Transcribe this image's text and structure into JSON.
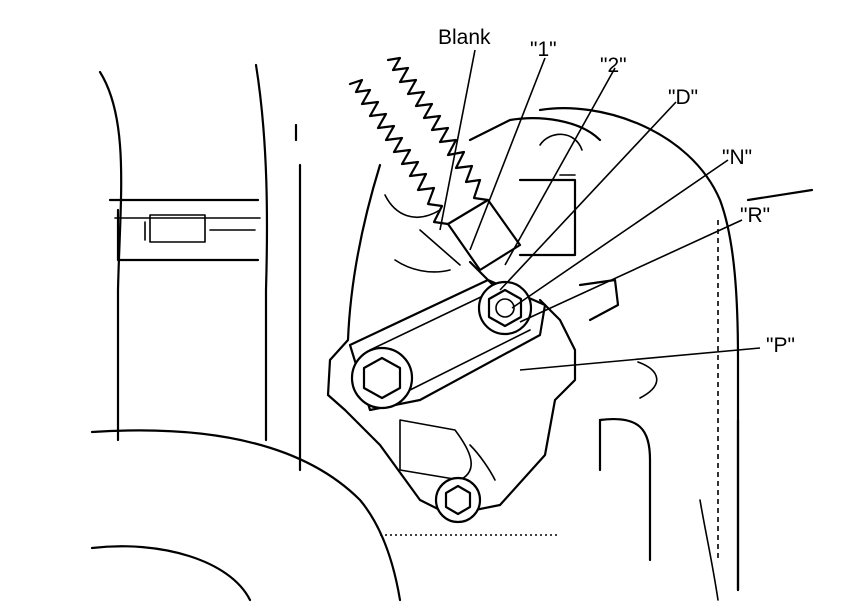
{
  "labels": {
    "blank": "Blank",
    "pos_1": "\"1\"",
    "pos_2": "\"2\"",
    "pos_d": "\"D\"",
    "pos_n": "\"N\"",
    "pos_r": "\"R\"",
    "pos_p": "\"P\""
  },
  "ink_color": "#000000",
  "paper_color": "#ffffff"
}
